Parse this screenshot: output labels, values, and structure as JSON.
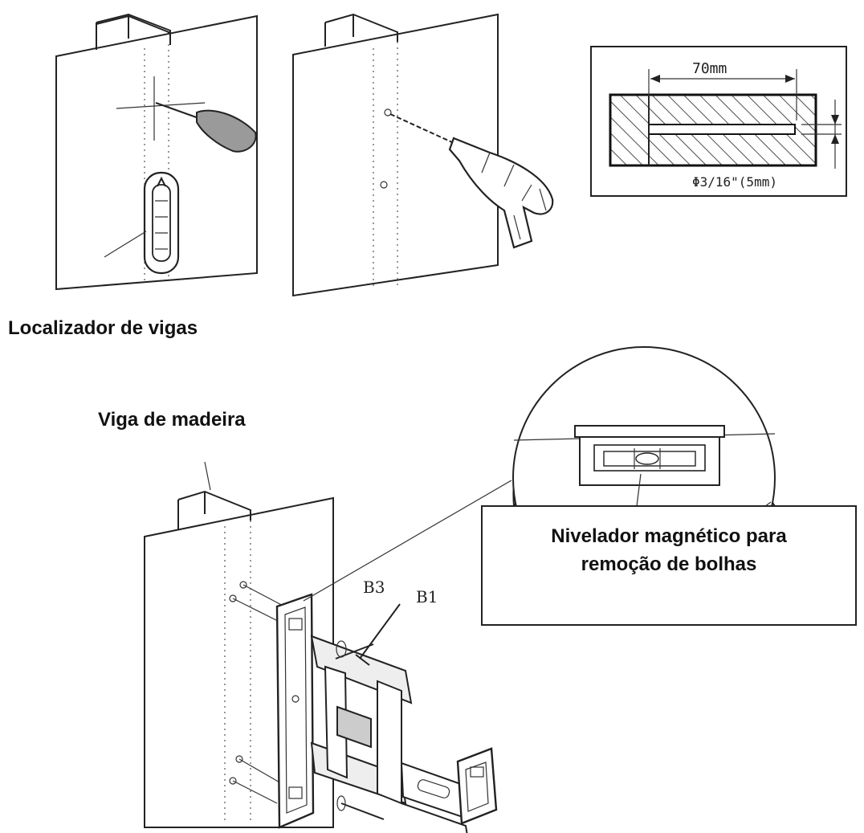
{
  "labels": {
    "stud_finder": "Localizador de vigas",
    "wood_stud": "Viga de madeira",
    "level_line1": "Nivelador magnético para",
    "level_line2": "remoção de bolhas"
  },
  "detail": {
    "depth": "70mm",
    "diameter": "Φ3/16\"(5mm)"
  },
  "parts": {
    "b3": "B3",
    "b1": "B1"
  }
}
